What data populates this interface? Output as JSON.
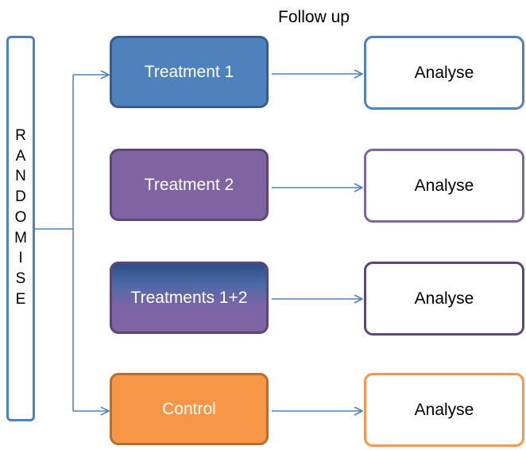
{
  "header": {
    "follow_up_label": "Follow up"
  },
  "randomise": {
    "letters": [
      "R",
      "A",
      "N",
      "D",
      "O",
      "M",
      "I",
      "S",
      "E"
    ]
  },
  "treatments": [
    {
      "label": "Treatment 1"
    },
    {
      "label": "Treatment 2"
    },
    {
      "label": "Treatments 1+2"
    },
    {
      "label": "Control"
    }
  ],
  "analyses": [
    {
      "label": "Analyse"
    },
    {
      "label": "Analyse"
    },
    {
      "label": "Analyse"
    },
    {
      "label": "Analyse"
    }
  ],
  "colors": {
    "connector": "#4f81bd",
    "treatment_1": "#4f81bd",
    "treatment_2": "#8064a2",
    "treatments_1_2": "#8064a2",
    "control": "#f79646"
  }
}
